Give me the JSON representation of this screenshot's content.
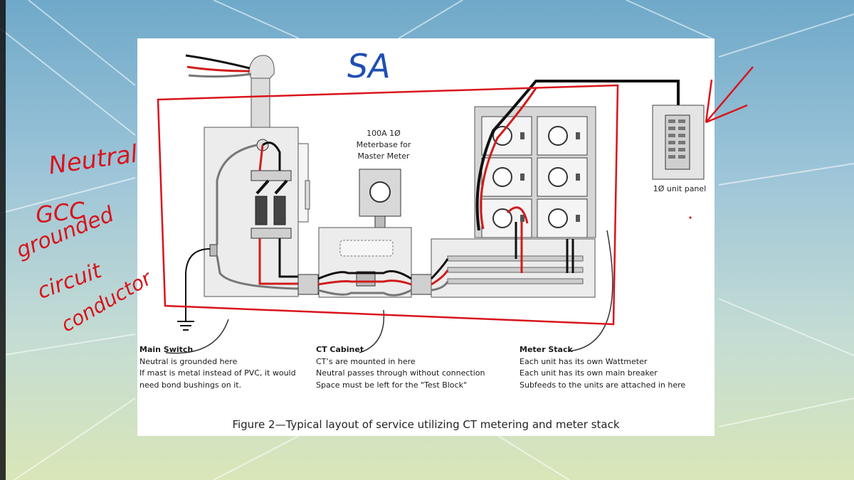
{
  "watermark_initials": "SA",
  "annotations": {
    "line1": "Neutral",
    "line2": "GCC",
    "line3": "grounded",
    "line4": "circuit",
    "line5": "conductor"
  },
  "diagram_labels": {
    "meterbase": [
      "100A 1Ø",
      "Meterbase for",
      "Master Meter"
    ],
    "unit_panel": "1Ø unit panel"
  },
  "callouts": {
    "main_switch": {
      "title": "Main Switch",
      "lines": [
        "Neutral is grounded here",
        "If mast is metal instead of PVC, it would",
        "need bond bushings on it."
      ]
    },
    "ct_cabinet": {
      "title": "CT Cabinet",
      "lines": [
        "CT’s are mounted in here",
        "Neutral passes through without connection",
        "Space must be left for the \"Test Block\""
      ]
    },
    "meter_stack": {
      "title": "Meter Stack",
      "lines": [
        "Each unit has its own Wattmeter",
        "Each unit has its own main breaker",
        "Subfeeds to the units are attached in here"
      ]
    }
  },
  "caption": "Figure 2—Typical layout of service utilizing CT metering and meter stack",
  "colors": {
    "annotation_red": "#d9141b",
    "annotation_blue": "#1f4fb0",
    "wire_red": "#d01c1c",
    "wire_black": "#111111"
  }
}
